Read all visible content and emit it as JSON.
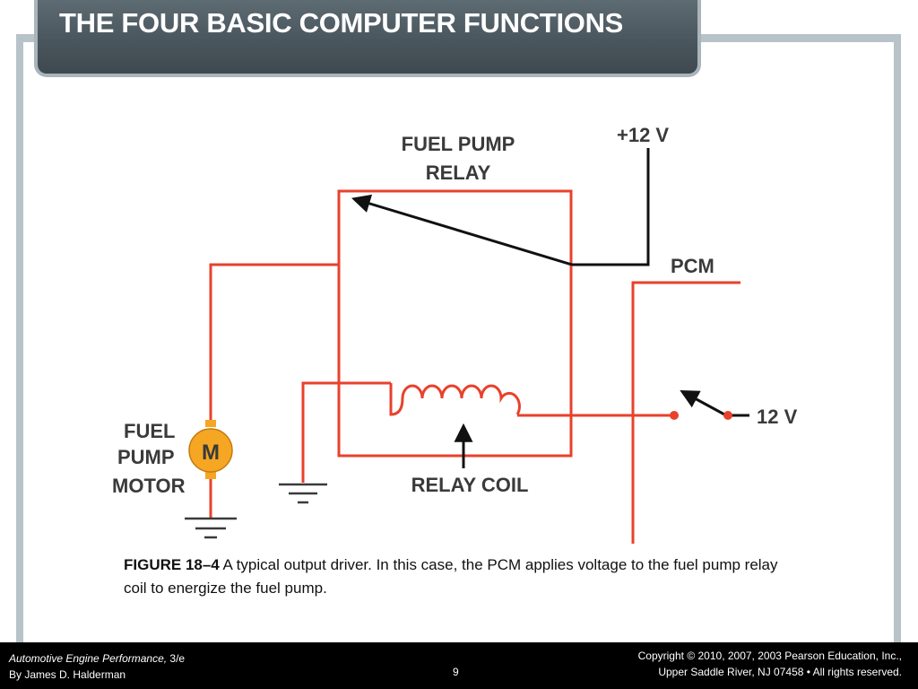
{
  "slide": {
    "title": "THE FOUR BASIC COMPUTER FUNCTIONS"
  },
  "diagram": {
    "labels": {
      "relay_line1": "FUEL PUMP",
      "relay_line2": "RELAY",
      "supply": "+12 V",
      "pcm": "PCM",
      "input_voltage": "12 V",
      "motor_line1": "FUEL",
      "motor_line2": "PUMP",
      "motor_line3": "MOTOR",
      "motor_symbol": "M",
      "coil": "RELAY COIL"
    },
    "colors": {
      "wire": "#e8412c",
      "switch": "#111111",
      "motor_fill": "#f5a623"
    }
  },
  "caption": {
    "figure": "FIGURE 18–4",
    "text": " A typical output driver. In this case, the PCM applies voltage to the fuel pump relay coil to energize the fuel pump."
  },
  "footer": {
    "book_title": "Automotive Engine Performance,",
    "edition": " 3/e",
    "author": "By James D. Halderman",
    "page": "9",
    "copyright_line1": "Copyright © 2010, 2007, 2003 Pearson Education, Inc.,",
    "copyright_line2": "Upper Saddle River, NJ 07458 • All rights reserved."
  }
}
